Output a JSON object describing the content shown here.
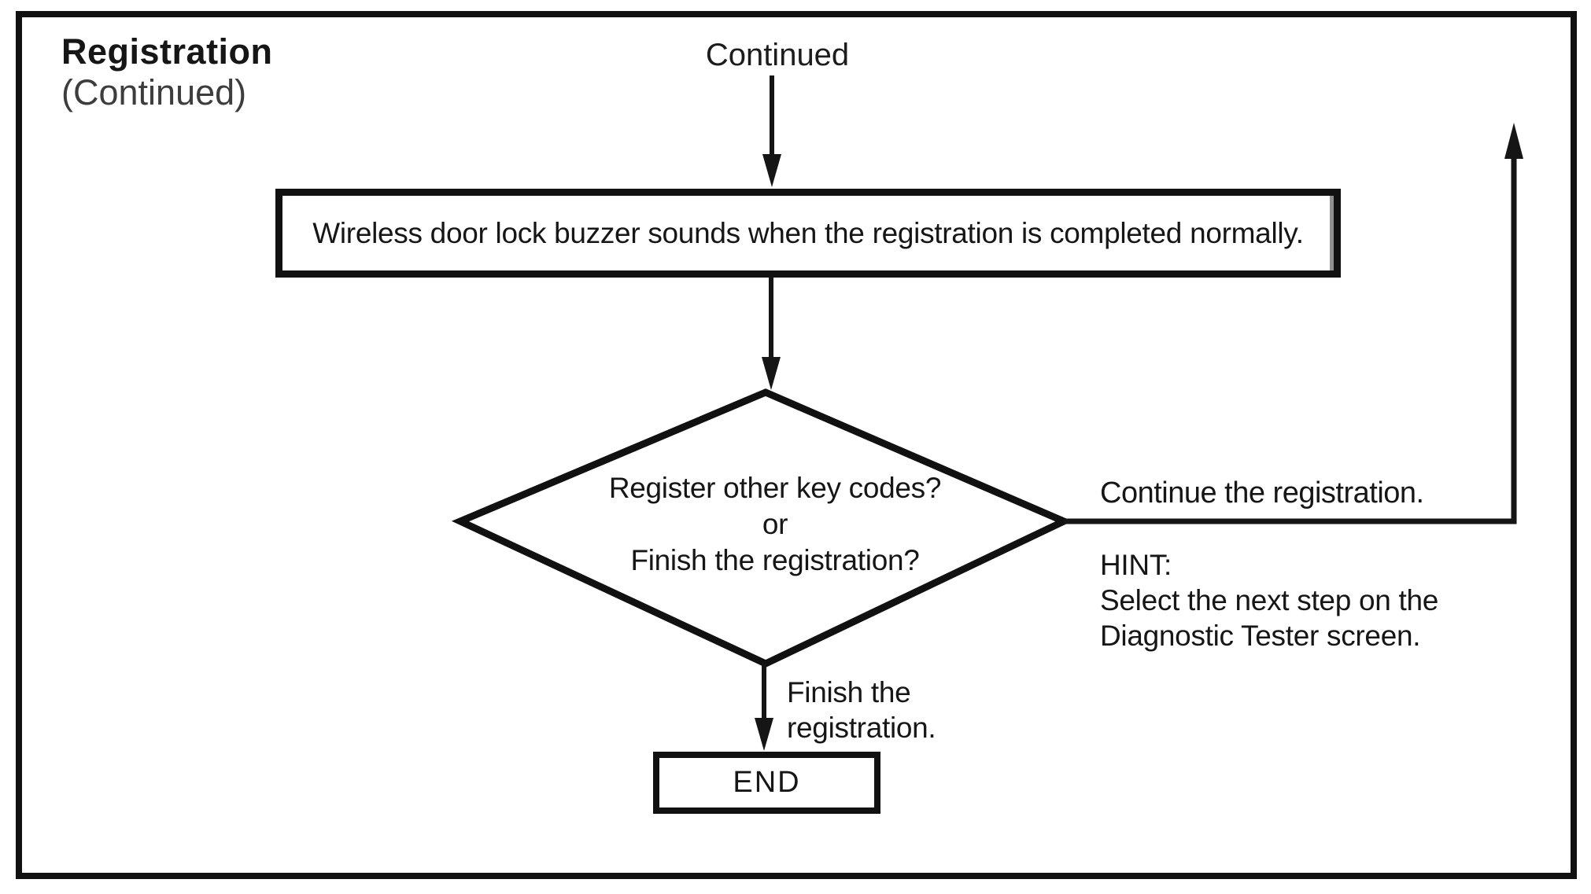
{
  "header": {
    "title": "Registration",
    "subtitle": "(Continued)"
  },
  "flow": {
    "entry_label": "Continued",
    "process_text": "Wireless door lock buzzer sounds when the registration is completed normally.",
    "decision": {
      "line1": "Register other key codes?",
      "line2": "or",
      "line3": "Finish the registration?"
    },
    "branch_right": {
      "label": "Continue the registration.",
      "hint_title": "HINT:",
      "hint_line1": "Select the next step on the",
      "hint_line2": "Diagnostic Tester screen."
    },
    "branch_down": {
      "label_line1": "Finish the",
      "label_line2": "registration.",
      "end_label": "END"
    }
  },
  "colors": {
    "line": "#111111",
    "text": "#1c1c1c",
    "background": "#ffffff"
  }
}
